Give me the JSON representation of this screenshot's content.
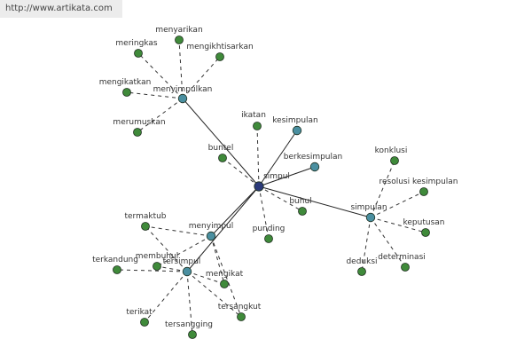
{
  "banner": {
    "url_text": "http://www.artikata.com"
  },
  "colors": {
    "center_node": "#2b3a7a",
    "hub_node": "#4a8fa0",
    "leaf_node": "#3f8a3a",
    "node_stroke": "#1e2e1e",
    "solid_edge": "#222222",
    "dashed_edge": "#333333"
  },
  "graph": {
    "center": {
      "label": "simpul"
    },
    "hubs": [
      {
        "id": "menyimpulkan",
        "label": "menyimpulkan"
      },
      {
        "id": "kesimpulan",
        "label": "kesimpulan"
      },
      {
        "id": "berkesimpulan",
        "label": "berkesimpulan"
      },
      {
        "id": "simpulan",
        "label": "simpulan"
      },
      {
        "id": "menyimpul",
        "label": "menyimpul"
      },
      {
        "id": "tersimpul",
        "label": "tersimpul"
      }
    ],
    "leaves": [
      {
        "label": "menyarikan",
        "parent": "menyimpulkan"
      },
      {
        "label": "meringkas",
        "parent": "menyimpulkan"
      },
      {
        "label": "mengikhtisarkan",
        "parent": "menyimpulkan"
      },
      {
        "label": "mengikatkan",
        "parent": "menyimpulkan"
      },
      {
        "label": "merumuskan",
        "parent": "menyimpulkan"
      },
      {
        "label": "ikatan",
        "parent": "simpul"
      },
      {
        "label": "buntel",
        "parent": "simpul"
      },
      {
        "label": "buhul",
        "parent": "simpul"
      },
      {
        "label": "punding",
        "parent": "simpul"
      },
      {
        "label": "konklusi",
        "parent": "simpulan"
      },
      {
        "label": "resolusi kesimpulan",
        "parent": "simpulan"
      },
      {
        "label": "keputusan",
        "parent": "simpulan"
      },
      {
        "label": "determinasi",
        "parent": "simpulan"
      },
      {
        "label": "deduksi",
        "parent": "simpulan"
      },
      {
        "label": "termaktub",
        "parent": "tersimpul"
      },
      {
        "label": "membuhul",
        "parent": "menyimpul"
      },
      {
        "label": "mengikat",
        "parent": "menyimpul"
      },
      {
        "label": "terkandung",
        "parent": "tersimpul"
      },
      {
        "label": "terikat",
        "parent": "tersimpul"
      },
      {
        "label": "tersangkut",
        "parent": "tersimpul"
      },
      {
        "label": "tersangging",
        "parent": "tersimpul"
      }
    ]
  }
}
